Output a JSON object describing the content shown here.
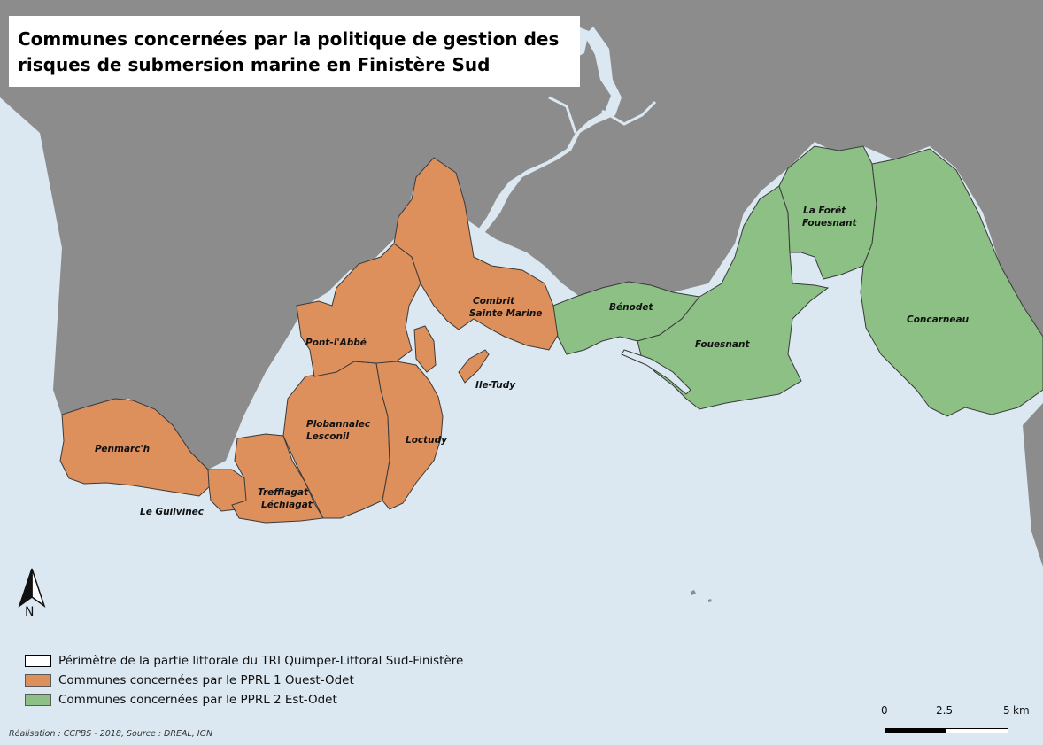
{
  "title": {
    "line1": "Communes concernées par la politique de gestion des",
    "line2": "risques de submersion marine en Finistère Sud"
  },
  "colors": {
    "sea": "#dbe8f1",
    "land": "#8c8c8c",
    "ouest_odet": "#dd8f5c",
    "est_odet": "#8cc085",
    "border": "#3a3a3a"
  },
  "communes": [
    {
      "id": "penmarch",
      "label": "Penmarc'h",
      "group": "ouest"
    },
    {
      "id": "le-guilvinec",
      "label": "Le Guilvinec",
      "group": "ouest"
    },
    {
      "id": "treffiagat",
      "label": "Treffiagat",
      "group": "ouest"
    },
    {
      "id": "lechiagat",
      "label": "Léchiagat",
      "group": "ouest"
    },
    {
      "id": "plobannalec",
      "label": "Plobannalec",
      "group": "ouest"
    },
    {
      "id": "lesconil",
      "label": "Lesconil",
      "group": "ouest"
    },
    {
      "id": "pont-labbe",
      "label": "Pont-l'Abbé",
      "group": "ouest"
    },
    {
      "id": "loctudy",
      "label": "Loctudy",
      "group": "ouest"
    },
    {
      "id": "ile-tudy",
      "label": "Ile-Tudy",
      "group": "ouest"
    },
    {
      "id": "combrit",
      "label": "Combrit",
      "group": "ouest"
    },
    {
      "id": "sainte-marine",
      "label": "Sainte Marine",
      "group": "ouest"
    },
    {
      "id": "benodet",
      "label": "Bénodet",
      "group": "est"
    },
    {
      "id": "fouesnant",
      "label": "Fouesnant",
      "group": "est"
    },
    {
      "id": "la-foret",
      "label": "La Forêt",
      "group": "est"
    },
    {
      "id": "la-foret-2",
      "label": "Fouesnant",
      "group": "est"
    },
    {
      "id": "concarneau",
      "label": "Concarneau",
      "group": "est"
    }
  ],
  "legend": {
    "items": [
      {
        "label": "Périmètre de la partie littorale du TRI Quimper-Littoral Sud-Finistère",
        "fill": "#ffffff",
        "border": "#000000"
      },
      {
        "label": "Communes concernées par le PPRL 1 Ouest-Odet",
        "fill": "#dd8f5c",
        "border": "#5a5a5a"
      },
      {
        "label": "Communes concernées par le PPRL 2 Est-Odet",
        "fill": "#8cc085",
        "border": "#5a5a5a"
      }
    ]
  },
  "north_arrow": {
    "label": "N",
    "icon": "north-arrow-icon"
  },
  "scale_bar": {
    "ticks": [
      "0",
      "2.5",
      "5"
    ],
    "unit": "km"
  },
  "credit": "Réalisation : CCPBS - 2018, Source : DREAL, IGN"
}
